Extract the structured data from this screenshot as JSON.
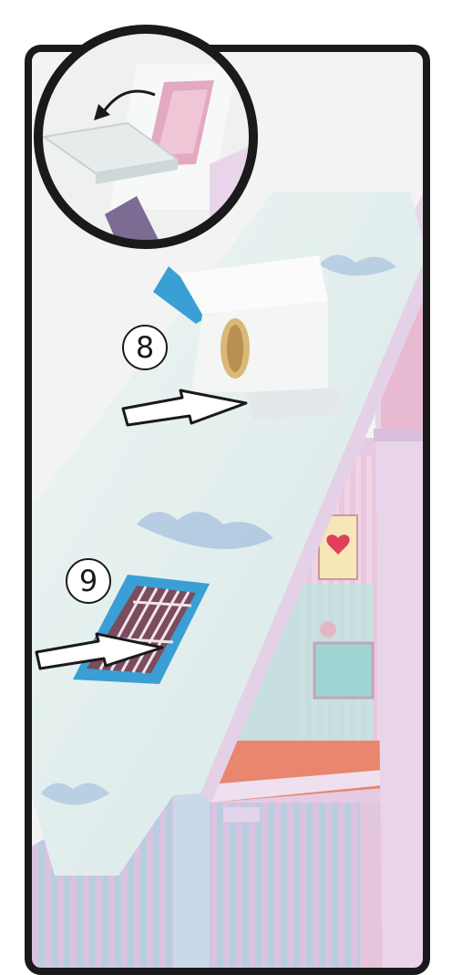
{
  "steps": [
    {
      "number": "8",
      "action": "insert-shutter"
    },
    {
      "number": "9",
      "action": "insert-window"
    }
  ],
  "detail_inset": {
    "gesture": "rotate-counterclockwise"
  },
  "colors": {
    "frame": "#1a1a1a",
    "roof": "#dfeceb",
    "cloud": "#8fb1d8",
    "trim_blue": "#3a9fd4",
    "window_grate": "#7a4c5e",
    "wall_lilac": "#e4cbe3",
    "wall_stripe_blue": "#b9cde0",
    "wall_stripe_pink": "#eec4d8",
    "floor_orange": "#e8866e",
    "mint": "#bfe3de",
    "heart_red": "#e0405c",
    "wood_knob": "#d9b878"
  }
}
